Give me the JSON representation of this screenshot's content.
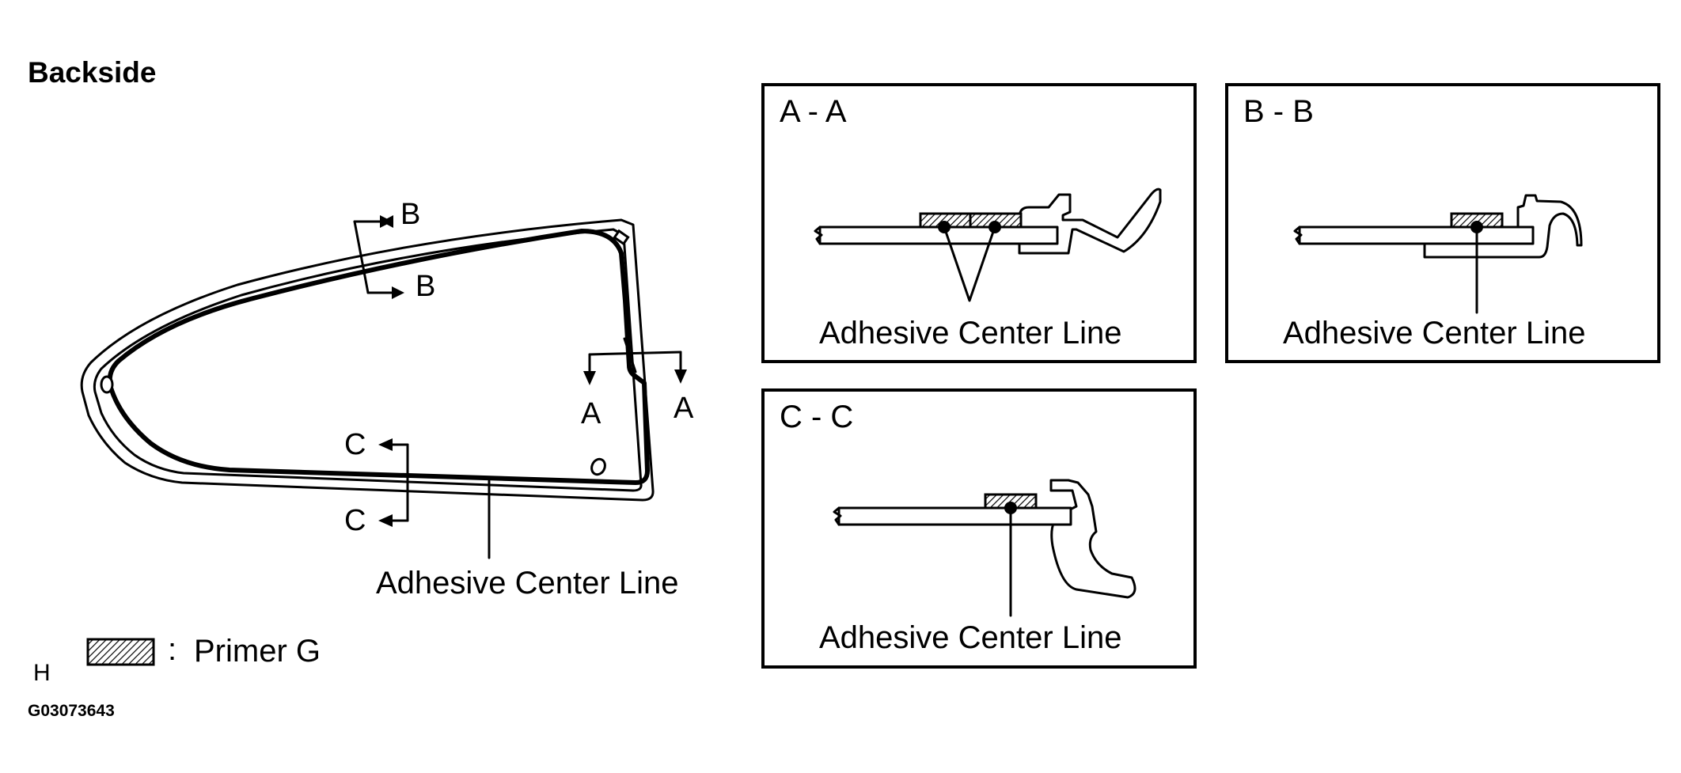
{
  "title": "Backside",
  "main_view": {
    "cut_labels": {
      "b_top": "B",
      "b_bottom": "B",
      "a_left": "A",
      "a_right": "A",
      "c_top": "C",
      "c_bottom": "C"
    },
    "callout": "Adhesive Center Line"
  },
  "legend": {
    "symbol": "hatched-primer-swatch",
    "separator": ":",
    "label": "Primer G"
  },
  "section_aa": {
    "title": "A  -  A",
    "callout": "Adhesive Center Line"
  },
  "section_bb": {
    "title": "B  -  B",
    "callout": "Adhesive Center Line"
  },
  "section_cc": {
    "title": "C  -  C",
    "callout": "Adhesive Center Line"
  },
  "footer": {
    "letter": "H",
    "code": "G03073643"
  }
}
